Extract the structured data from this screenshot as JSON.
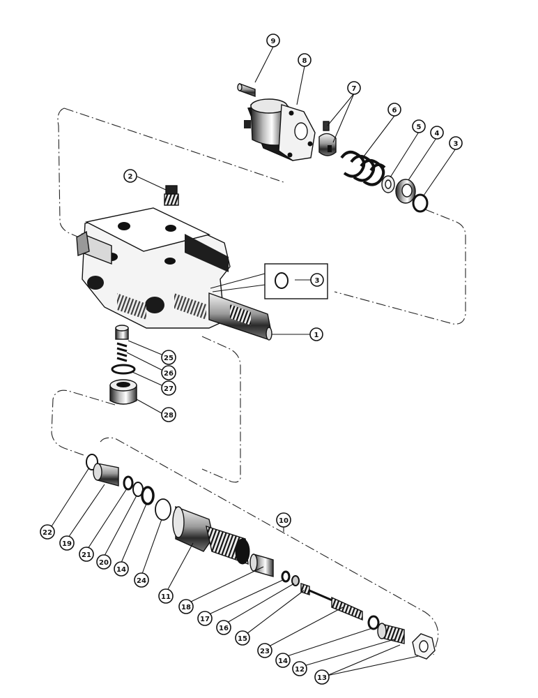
{
  "diagram": {
    "callouts": [
      {
        "id": "c9",
        "label": "9"
      },
      {
        "id": "c8",
        "label": "8"
      },
      {
        "id": "c7",
        "label": "7"
      },
      {
        "id": "c6",
        "label": "6"
      },
      {
        "id": "c5",
        "label": "5"
      },
      {
        "id": "c4",
        "label": "4"
      },
      {
        "id": "c3a",
        "label": "3"
      },
      {
        "id": "c2",
        "label": "2"
      },
      {
        "id": "c3b",
        "label": "3"
      },
      {
        "id": "c1",
        "label": "1"
      },
      {
        "id": "c25",
        "label": "25"
      },
      {
        "id": "c26",
        "label": "26"
      },
      {
        "id": "c27",
        "label": "27"
      },
      {
        "id": "c28",
        "label": "28"
      },
      {
        "id": "c10",
        "label": "10"
      },
      {
        "id": "c22",
        "label": "22"
      },
      {
        "id": "c19",
        "label": "19"
      },
      {
        "id": "c21",
        "label": "21"
      },
      {
        "id": "c20",
        "label": "20"
      },
      {
        "id": "c14a",
        "label": "14"
      },
      {
        "id": "c24",
        "label": "24"
      },
      {
        "id": "c11",
        "label": "11"
      },
      {
        "id": "c18",
        "label": "18"
      },
      {
        "id": "c17",
        "label": "17"
      },
      {
        "id": "c16",
        "label": "16"
      },
      {
        "id": "c15",
        "label": "15"
      },
      {
        "id": "c23",
        "label": "23"
      },
      {
        "id": "c14b",
        "label": "14"
      },
      {
        "id": "c12",
        "label": "12"
      },
      {
        "id": "c13",
        "label": "13"
      }
    ]
  }
}
